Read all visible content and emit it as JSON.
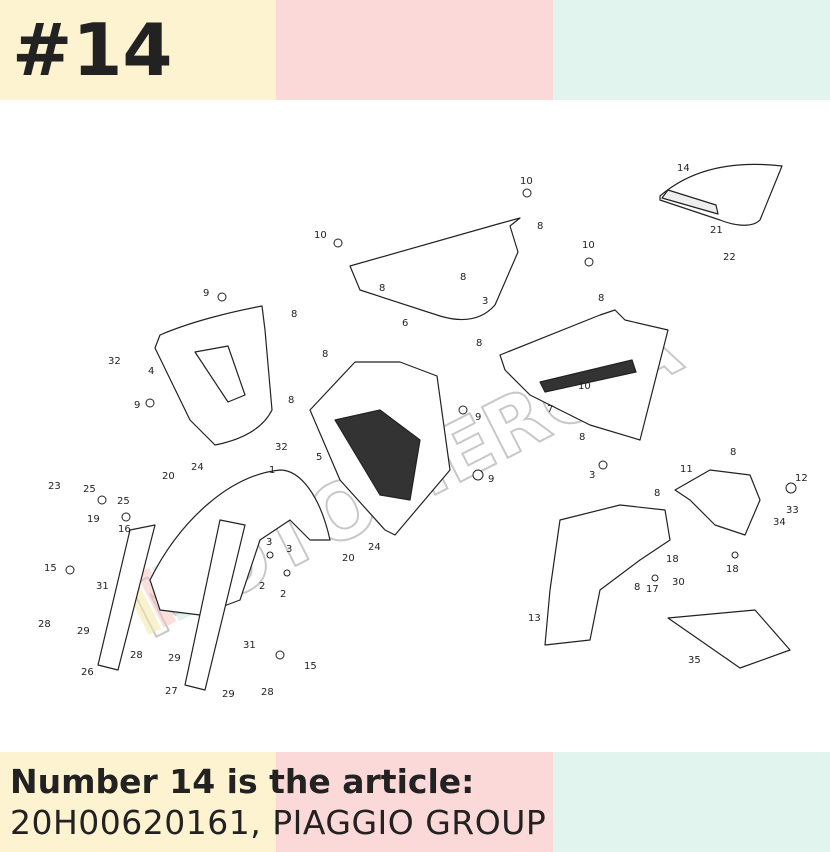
{
  "header": {
    "number_badge": "#14"
  },
  "bands": {
    "colors": [
      "#fdf3d0",
      "#fbd9d8",
      "#e1f4ee"
    ]
  },
  "diagram": {
    "watermark": "MOTOMERCIA",
    "labels": {
      "l1": "1",
      "l2a": "2",
      "l2b": "2",
      "l3a": "3",
      "l3b": "3",
      "l3c": "3",
      "l3d": "3",
      "l4": "4",
      "l5": "5",
      "l6": "6",
      "l7": "7",
      "l8a": "8",
      "l8b": "8",
      "l8c": "8",
      "l8d": "8",
      "l8e": "8",
      "l8f": "8",
      "l8g": "8",
      "l8h": "8",
      "l8i": "8",
      "l8j": "8",
      "l8k": "8",
      "l8l": "8",
      "l9a": "9",
      "l9b": "9",
      "l9c": "9",
      "l9d": "9",
      "l10a": "10",
      "l10b": "10",
      "l10c": "10",
      "l10d": "10",
      "l11": "11",
      "l12": "12",
      "l13": "13",
      "l14": "14",
      "l15a": "15",
      "l15b": "15",
      "l16": "16",
      "l17": "17",
      "l18a": "18",
      "l18b": "18",
      "l19": "19",
      "l20a": "20",
      "l20b": "20",
      "l21": "21",
      "l22": "22",
      "l23": "23",
      "l24a": "24",
      "l24b": "24",
      "l25a": "25",
      "l25b": "25",
      "l26": "26",
      "l27": "27",
      "l28a": "28",
      "l28b": "28",
      "l28c": "28",
      "l29a": "29",
      "l29b": "29",
      "l29c": "29",
      "l30": "30",
      "l31a": "31",
      "l31b": "31",
      "l32a": "32",
      "l32b": "32",
      "l33": "33",
      "l34": "34",
      "l35": "35"
    }
  },
  "footer": {
    "line1": "Number 14 is the article:",
    "line2": "20H00620161, PIAGGIO GROUP"
  }
}
